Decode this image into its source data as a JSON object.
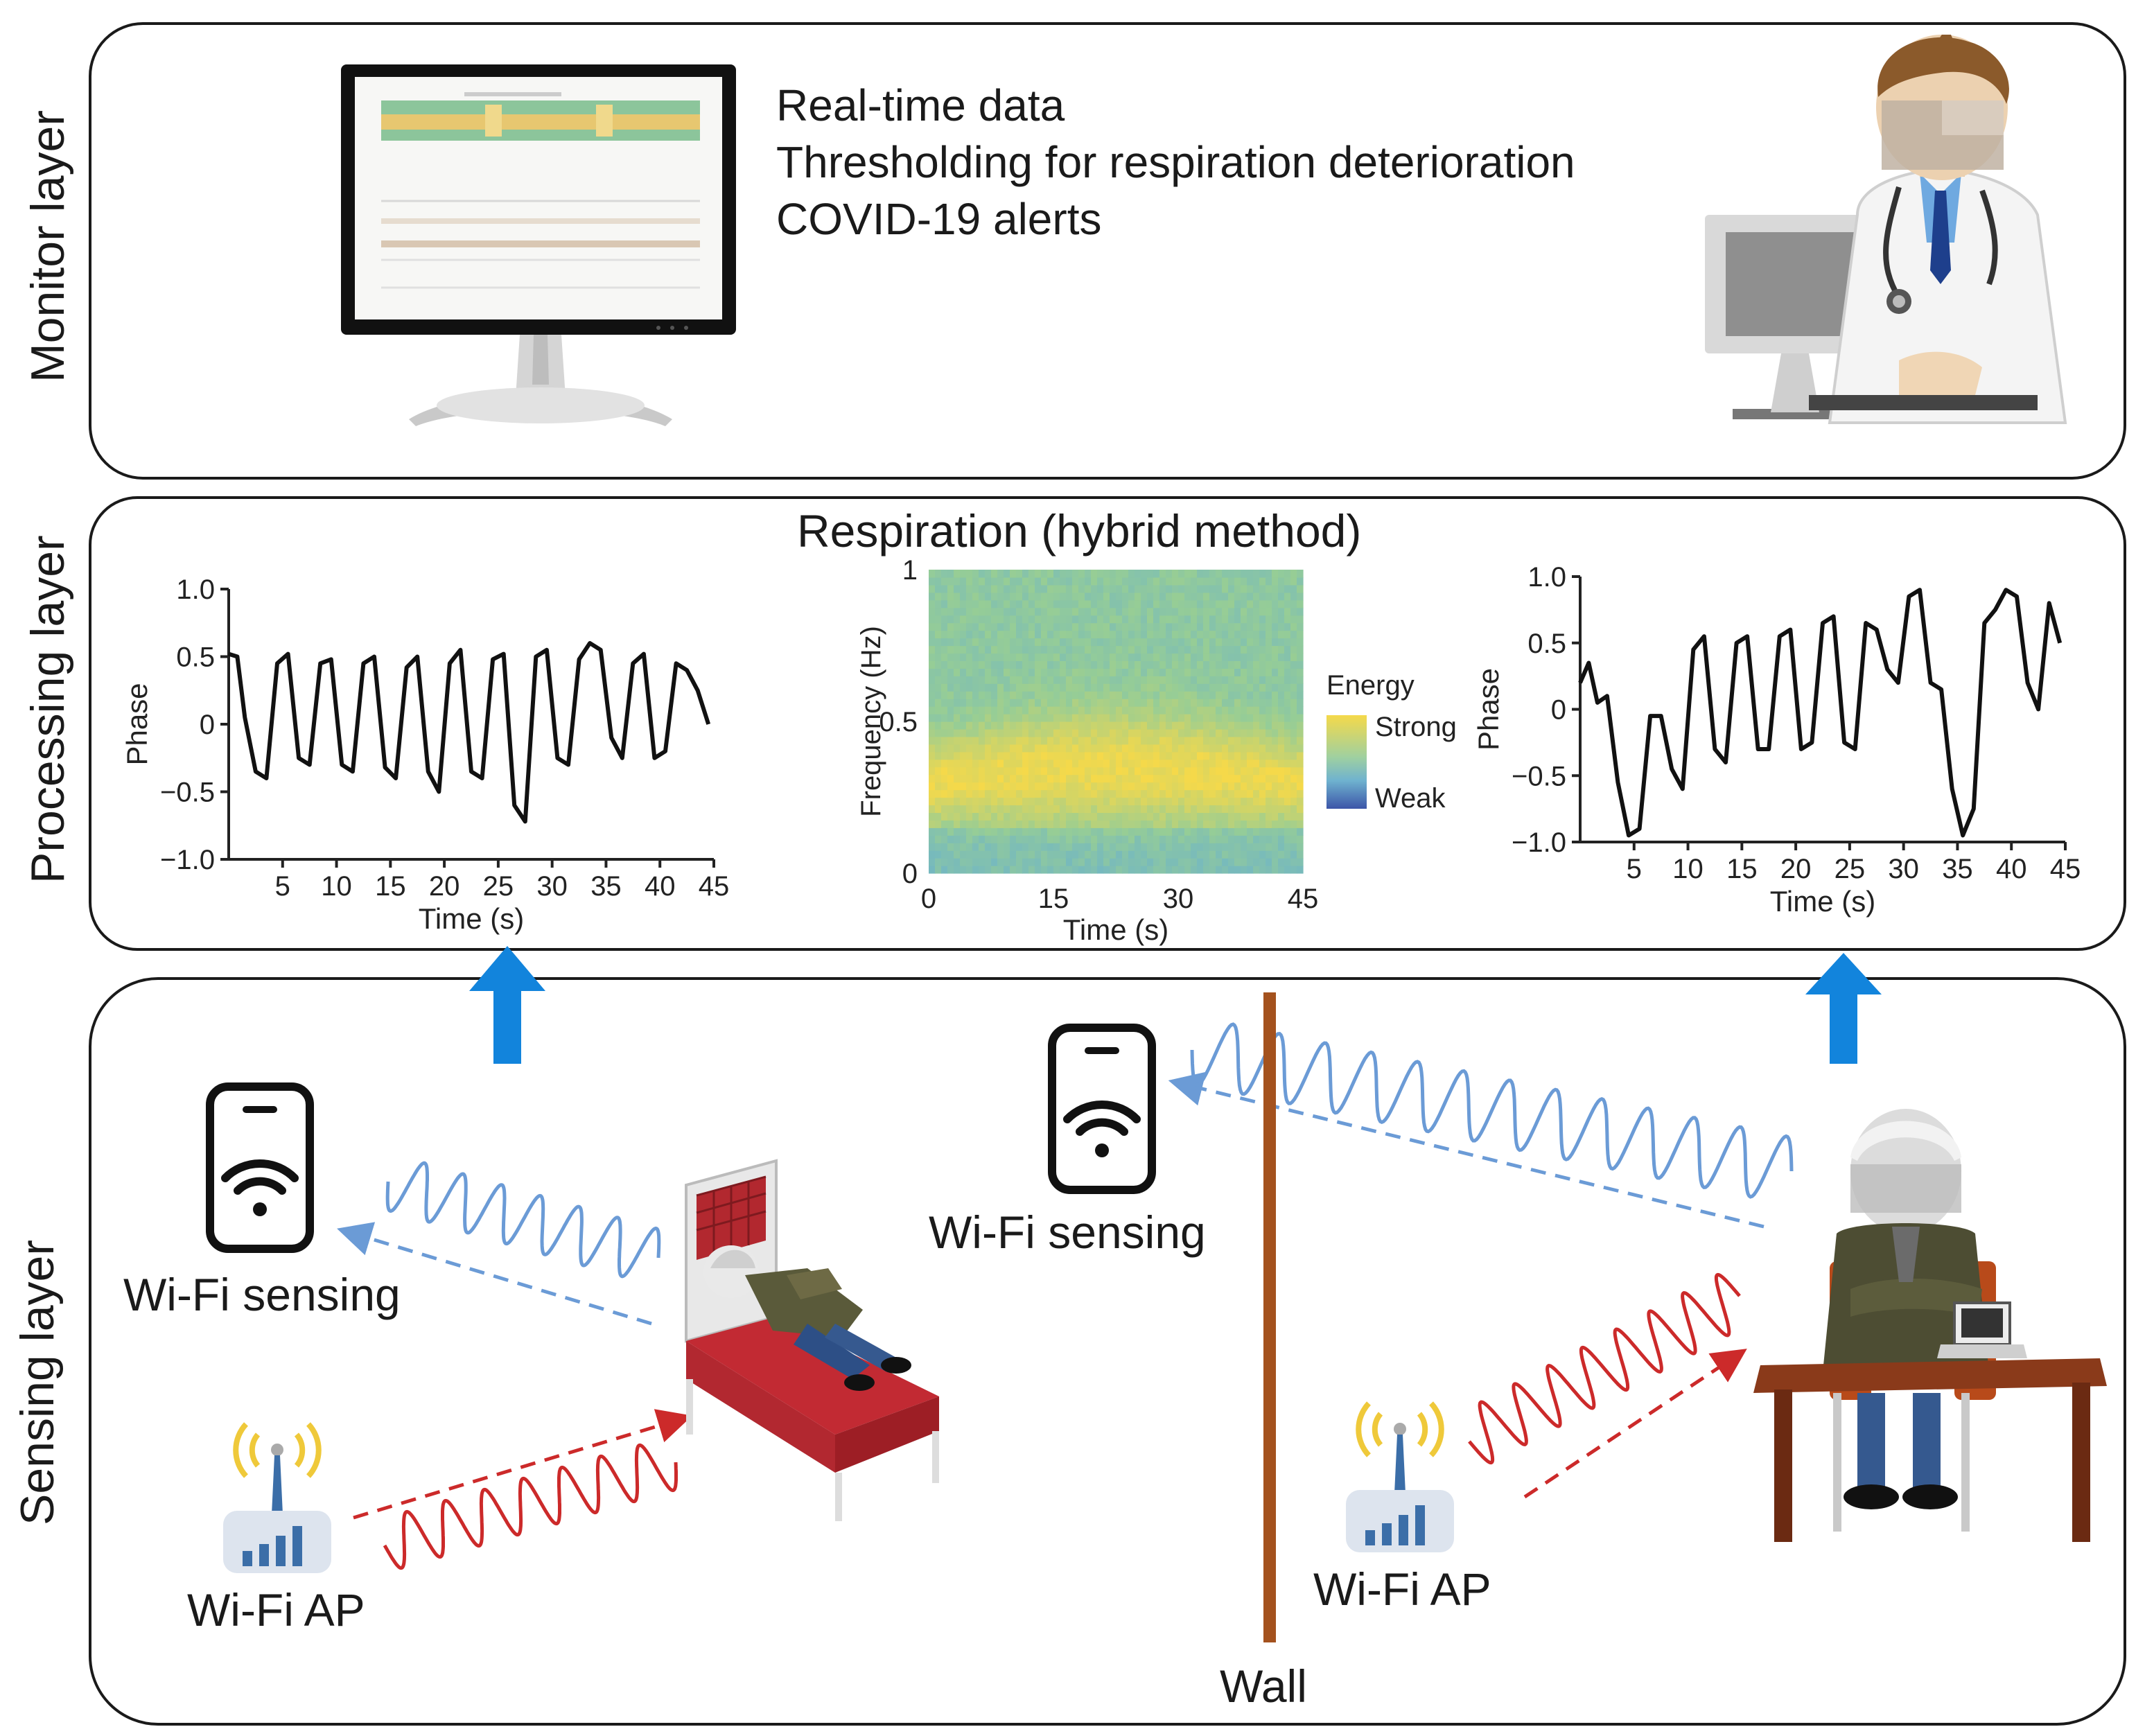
{
  "layers": {
    "monitor": "Monitor layer",
    "processing": "Processing layer",
    "sensing": "Sensing layer"
  },
  "monitor": {
    "lines": [
      "Real-time data",
      "Thresholding for respiration deterioration",
      "COVID-19 alerts"
    ]
  },
  "processing": {
    "title": "Respiration (hybrid method)",
    "colorbar": {
      "title": "Energy",
      "high": "Strong",
      "low": "Weak"
    }
  },
  "sensing": {
    "left": {
      "sensing_label": "Wi-Fi sensing",
      "ap_label": "Wi-Fi AP"
    },
    "right": {
      "sensing_label": "Wi-Fi sensing",
      "ap_label": "Wi-Fi AP"
    },
    "wall_label": "Wall"
  },
  "colors": {
    "arrow_blue": "#1284dc",
    "wave_blue": "#6b9bd6",
    "wave_red": "#cc2a2a",
    "wall": "#a4521e",
    "router_body": "#dde4ee",
    "router_bars": "#3b6ea8",
    "signal_yellow": "#efc93a",
    "heat_strong": "#f5d94a",
    "heat_mid": "#a8cf8f",
    "heat_weak": "#3c55a8"
  },
  "chart_data": [
    {
      "type": "line",
      "xlabel": "Time (s)",
      "ylabel": "Phase",
      "xlim": [
        0,
        45
      ],
      "ylim": [
        -1.0,
        1.0
      ],
      "xticks": [
        5,
        10,
        15,
        20,
        25,
        30,
        35,
        40,
        45
      ],
      "yticks": [
        -1.0,
        -0.5,
        0,
        0.5,
        1.0
      ],
      "x": [
        0,
        0.8,
        1.5,
        2.5,
        3.5,
        4.5,
        5.5,
        6.5,
        7.5,
        8.5,
        9.5,
        10.5,
        11.5,
        12.5,
        13.5,
        14.5,
        15.5,
        16.5,
        17.5,
        18.5,
        19.5,
        20.5,
        21.5,
        22.5,
        23.5,
        24.5,
        25.5,
        26.5,
        27.5,
        28.5,
        29.5,
        30.5,
        31.5,
        32.5,
        33.5,
        34.5,
        35.5,
        36.5,
        37.5,
        38.5,
        39.5,
        40.5,
        41.5,
        42.5,
        43.5,
        44.5
      ],
      "y": [
        0.52,
        0.5,
        0.05,
        -0.35,
        -0.4,
        0.45,
        0.52,
        -0.25,
        -0.3,
        0.45,
        0.48,
        -0.3,
        -0.35,
        0.45,
        0.5,
        -0.32,
        -0.4,
        0.42,
        0.5,
        -0.35,
        -0.5,
        0.45,
        0.55,
        -0.35,
        -0.4,
        0.48,
        0.52,
        -0.6,
        -0.72,
        0.5,
        0.55,
        -0.25,
        -0.3,
        0.48,
        0.6,
        0.55,
        -0.1,
        -0.25,
        0.45,
        0.52,
        -0.25,
        -0.2,
        0.45,
        0.4,
        0.25,
        0.0
      ]
    },
    {
      "type": "heatmap",
      "xlabel": "Time (s)",
      "ylabel": "Frequency (Hz)",
      "xlim": [
        0,
        45
      ],
      "ylim": [
        0,
        1
      ],
      "xticks": [
        0,
        15,
        30,
        45
      ],
      "yticks": [
        0,
        0.5,
        1
      ],
      "ridge_freq_hz": 0.3,
      "legend": {
        "title": "Energy",
        "high": "Strong",
        "low": "Weak"
      }
    },
    {
      "type": "line",
      "xlabel": "Time (s)",
      "ylabel": "Phase",
      "xlim": [
        0,
        45
      ],
      "ylim": [
        -1.0,
        1.0
      ],
      "xticks": [
        5,
        10,
        15,
        20,
        25,
        30,
        35,
        40,
        45
      ],
      "yticks": [
        -1.0,
        -0.5,
        0,
        0.5,
        1.0
      ],
      "x": [
        0,
        0.8,
        1.6,
        2.5,
        3.5,
        4.5,
        5.5,
        6.5,
        7.5,
        8.5,
        9.5,
        10.5,
        11.5,
        12.5,
        13.5,
        14.5,
        15.5,
        16.5,
        17.5,
        18.5,
        19.5,
        20.5,
        21.5,
        22.5,
        23.5,
        24.5,
        25.5,
        26.5,
        27.5,
        28.5,
        29.5,
        30.5,
        31.5,
        32.5,
        33.5,
        34.5,
        35.5,
        36.5,
        37.5,
        38.5,
        39.5,
        40.5,
        41.5,
        42.5,
        43.5,
        44.5
      ],
      "y": [
        0.2,
        0.35,
        0.05,
        0.1,
        -0.55,
        -0.95,
        -0.9,
        -0.05,
        -0.05,
        -0.45,
        -0.6,
        0.45,
        0.55,
        -0.3,
        -0.4,
        0.5,
        0.55,
        -0.3,
        -0.3,
        0.55,
        0.6,
        -0.3,
        -0.25,
        0.65,
        0.7,
        -0.25,
        -0.3,
        0.65,
        0.6,
        0.3,
        0.2,
        0.85,
        0.9,
        0.2,
        0.15,
        -0.6,
        -0.95,
        -0.75,
        0.65,
        0.75,
        0.9,
        0.85,
        0.2,
        0.0,
        0.8,
        0.5
      ]
    }
  ]
}
